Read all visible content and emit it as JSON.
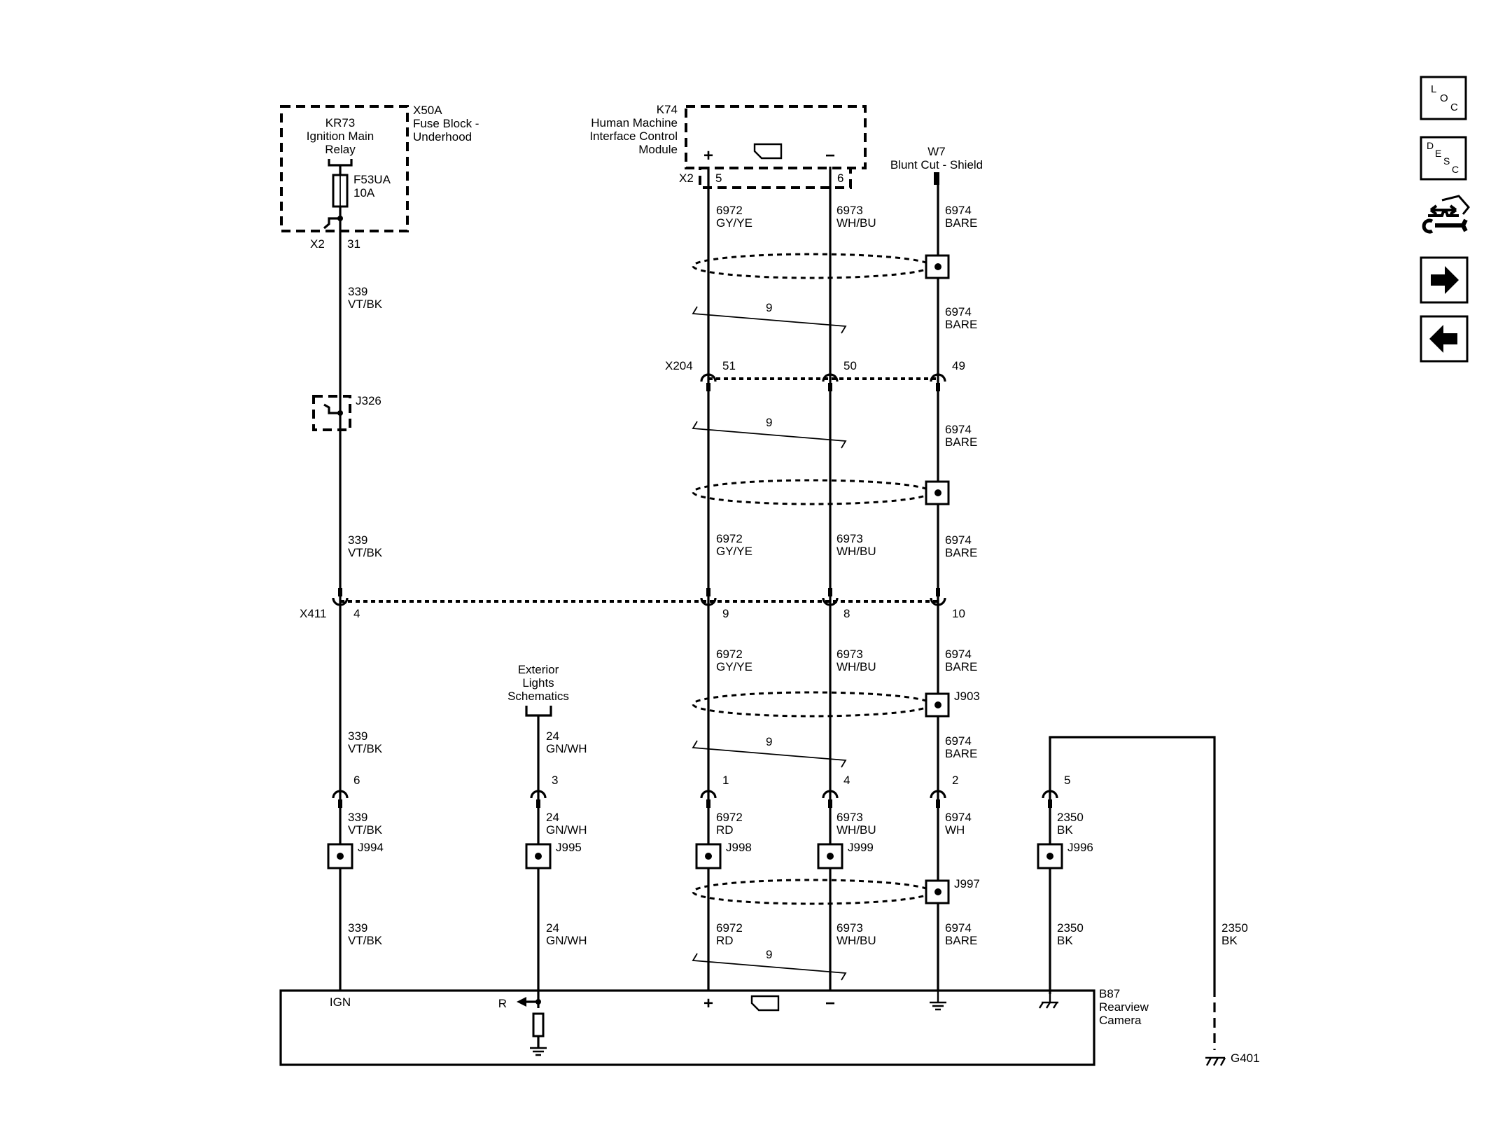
{
  "components": {
    "x50a_label": [
      "X50A",
      "Fuse Block -",
      "Underhood"
    ],
    "kr73_label": [
      "KR73",
      "Ignition Main",
      "Relay"
    ],
    "f53ua_label": [
      "F53UA",
      "10A"
    ],
    "k74_label": [
      "K74",
      "Human Machine",
      "Interface Control",
      "Module"
    ],
    "w7_label": [
      "W7",
      "Blunt Cut - Shield"
    ],
    "ext_lights_label": [
      "Exterior",
      "Lights",
      "Schematics"
    ],
    "b87_label": [
      "B87",
      "Rearview",
      "Camera"
    ],
    "g401_label": "G401",
    "j326_label": "J326",
    "j903_label": "J903",
    "j997_label": "J997",
    "splices": [
      "J994",
      "J995",
      "J998",
      "J999",
      "J996"
    ]
  },
  "connectors": {
    "x2_fuse": {
      "name": "X2",
      "pin": "31"
    },
    "x2_k74": {
      "name": "X2",
      "pin_plus": "5",
      "pin_minus": "6"
    },
    "x204": {
      "name": "X204",
      "pins": [
        "51",
        "50",
        "49"
      ]
    },
    "x411": {
      "name": "X411",
      "pins": [
        "4",
        "9",
        "8",
        "10"
      ]
    },
    "camera_pins": [
      "6",
      "3",
      "1",
      "4",
      "2",
      "5"
    ]
  },
  "wires": {
    "w339": [
      "339",
      "VT/BK"
    ],
    "w24": [
      "24",
      "GN/WH"
    ],
    "w6972": [
      "6972",
      "GY/YE"
    ],
    "w6972rd": [
      "6972",
      "RD"
    ],
    "w6973": [
      "6973",
      "WH/BU"
    ],
    "w6974": [
      "6974",
      "BARE"
    ],
    "w6974wh": [
      "6974",
      "WH"
    ],
    "w2350": [
      "2350",
      "BK"
    ],
    "twist_label": "9"
  },
  "terminals": {
    "plus": "+",
    "minus": "−",
    "ign": "IGN",
    "r": "R"
  },
  "nav": [
    "LOC",
    "DESC",
    "service-icon",
    "next-arrow-icon",
    "prev-arrow-icon"
  ]
}
